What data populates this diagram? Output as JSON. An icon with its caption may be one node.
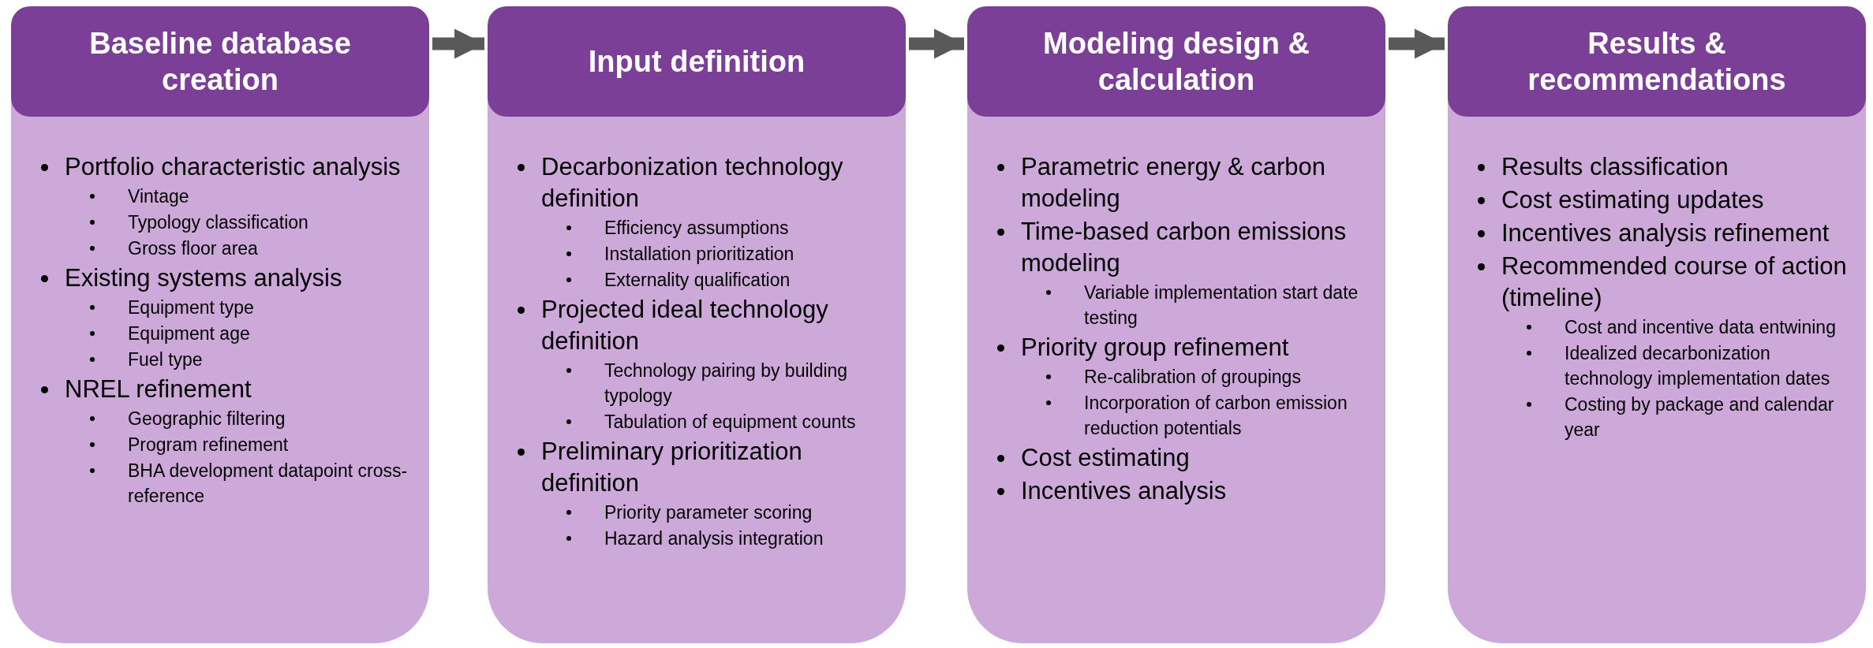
{
  "diagram": {
    "nodes": [
      {
        "text": [
          "Baseline database creation"
        ]
      },
      {
        "text": [
          "Portfolio characteristic analysis",
          "Vintage",
          "Typology classification",
          "Gross floor area",
          "Existing systems analysis",
          "Equipment type",
          "Equipment age",
          "Fuel type",
          "NREL refinement",
          "Geographic filtering",
          "Program refinement",
          "BHA development datapoint cross-reference"
        ]
      },
      {
        "text": [
          "Input definition"
        ]
      },
      {
        "text": [
          "Decarbonization technology definition",
          "Efficiency assumptions",
          "Installation prioritization",
          "Externality qualification",
          "Projected ideal technology definition",
          "Technology pairing by building typology",
          "Tabulation of equipment counts",
          "Preliminary prioritization definition",
          "Priority parameter scoring",
          "Hazard analysis integration"
        ]
      },
      {
        "text": [
          "Modeling design & calculation"
        ]
      },
      {
        "text": [
          "Parametric energy & carbon modeling",
          "Time-based carbon emissions modeling",
          "Variable implementation start date testing",
          "Priority group refinement",
          "Re-calibration of groupings",
          "Incorporation of carbon emission reduction potentials",
          "Cost estimating",
          "Incentives analysis"
        ]
      },
      {
        "text": [
          "Results & recommendations"
        ]
      },
      {
        "text": [
          "Results classification",
          "Cost estimating updates",
          "Incentives analysis refinement",
          "Recommended course of action (timeline)",
          "Cost and incentive data entwining",
          "Idealized decarbonization technology implementation dates",
          "Costing by package and calendar year"
        ]
      }
    ],
    "edges": [
      {
        "from": 0,
        "to": 2,
        "arrow": "to"
      },
      {
        "from": 2,
        "to": 4,
        "arrow": "to"
      },
      {
        "from": 4,
        "to": 6,
        "arrow": "to"
      }
    ]
  }
}
